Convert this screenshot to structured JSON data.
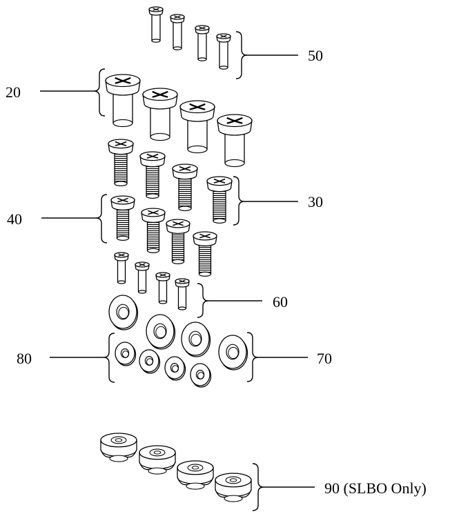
{
  "callouts": {
    "c50": "50",
    "c20": "20",
    "c30": "30",
    "c40": "40",
    "c60": "60",
    "c80": "80",
    "c70": "70",
    "c90": "90 (SLBO Only)"
  },
  "icons": {
    "screw": "phillips-pan-head-screw-icon",
    "washer": "flat-washer-icon",
    "foot": "rubber-foot-icon"
  }
}
